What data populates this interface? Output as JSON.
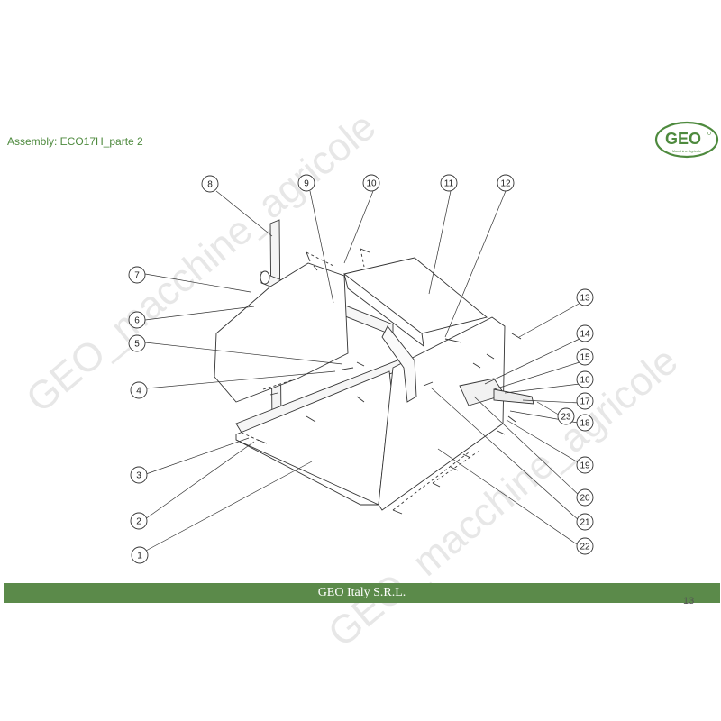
{
  "header": {
    "assembly_title": "Assembly:  ECO17H_parte 2"
  },
  "logo": {
    "text": "GEO",
    "subtext": "Macchine Agricole",
    "color": "#4e8a3e"
  },
  "watermark": {
    "text": "GEO_macchine_agricole"
  },
  "callouts": [
    "1",
    "2",
    "3",
    "4",
    "5",
    "6",
    "7",
    "8",
    "9",
    "10",
    "11",
    "12",
    "13",
    "14",
    "15",
    "16",
    "17",
    "18",
    "19",
    "20",
    "21",
    "22",
    "23"
  ],
  "footer": {
    "company": "GEO Italy S.R.L.",
    "page_number": "13",
    "bar_color": "#5b8a4a"
  }
}
